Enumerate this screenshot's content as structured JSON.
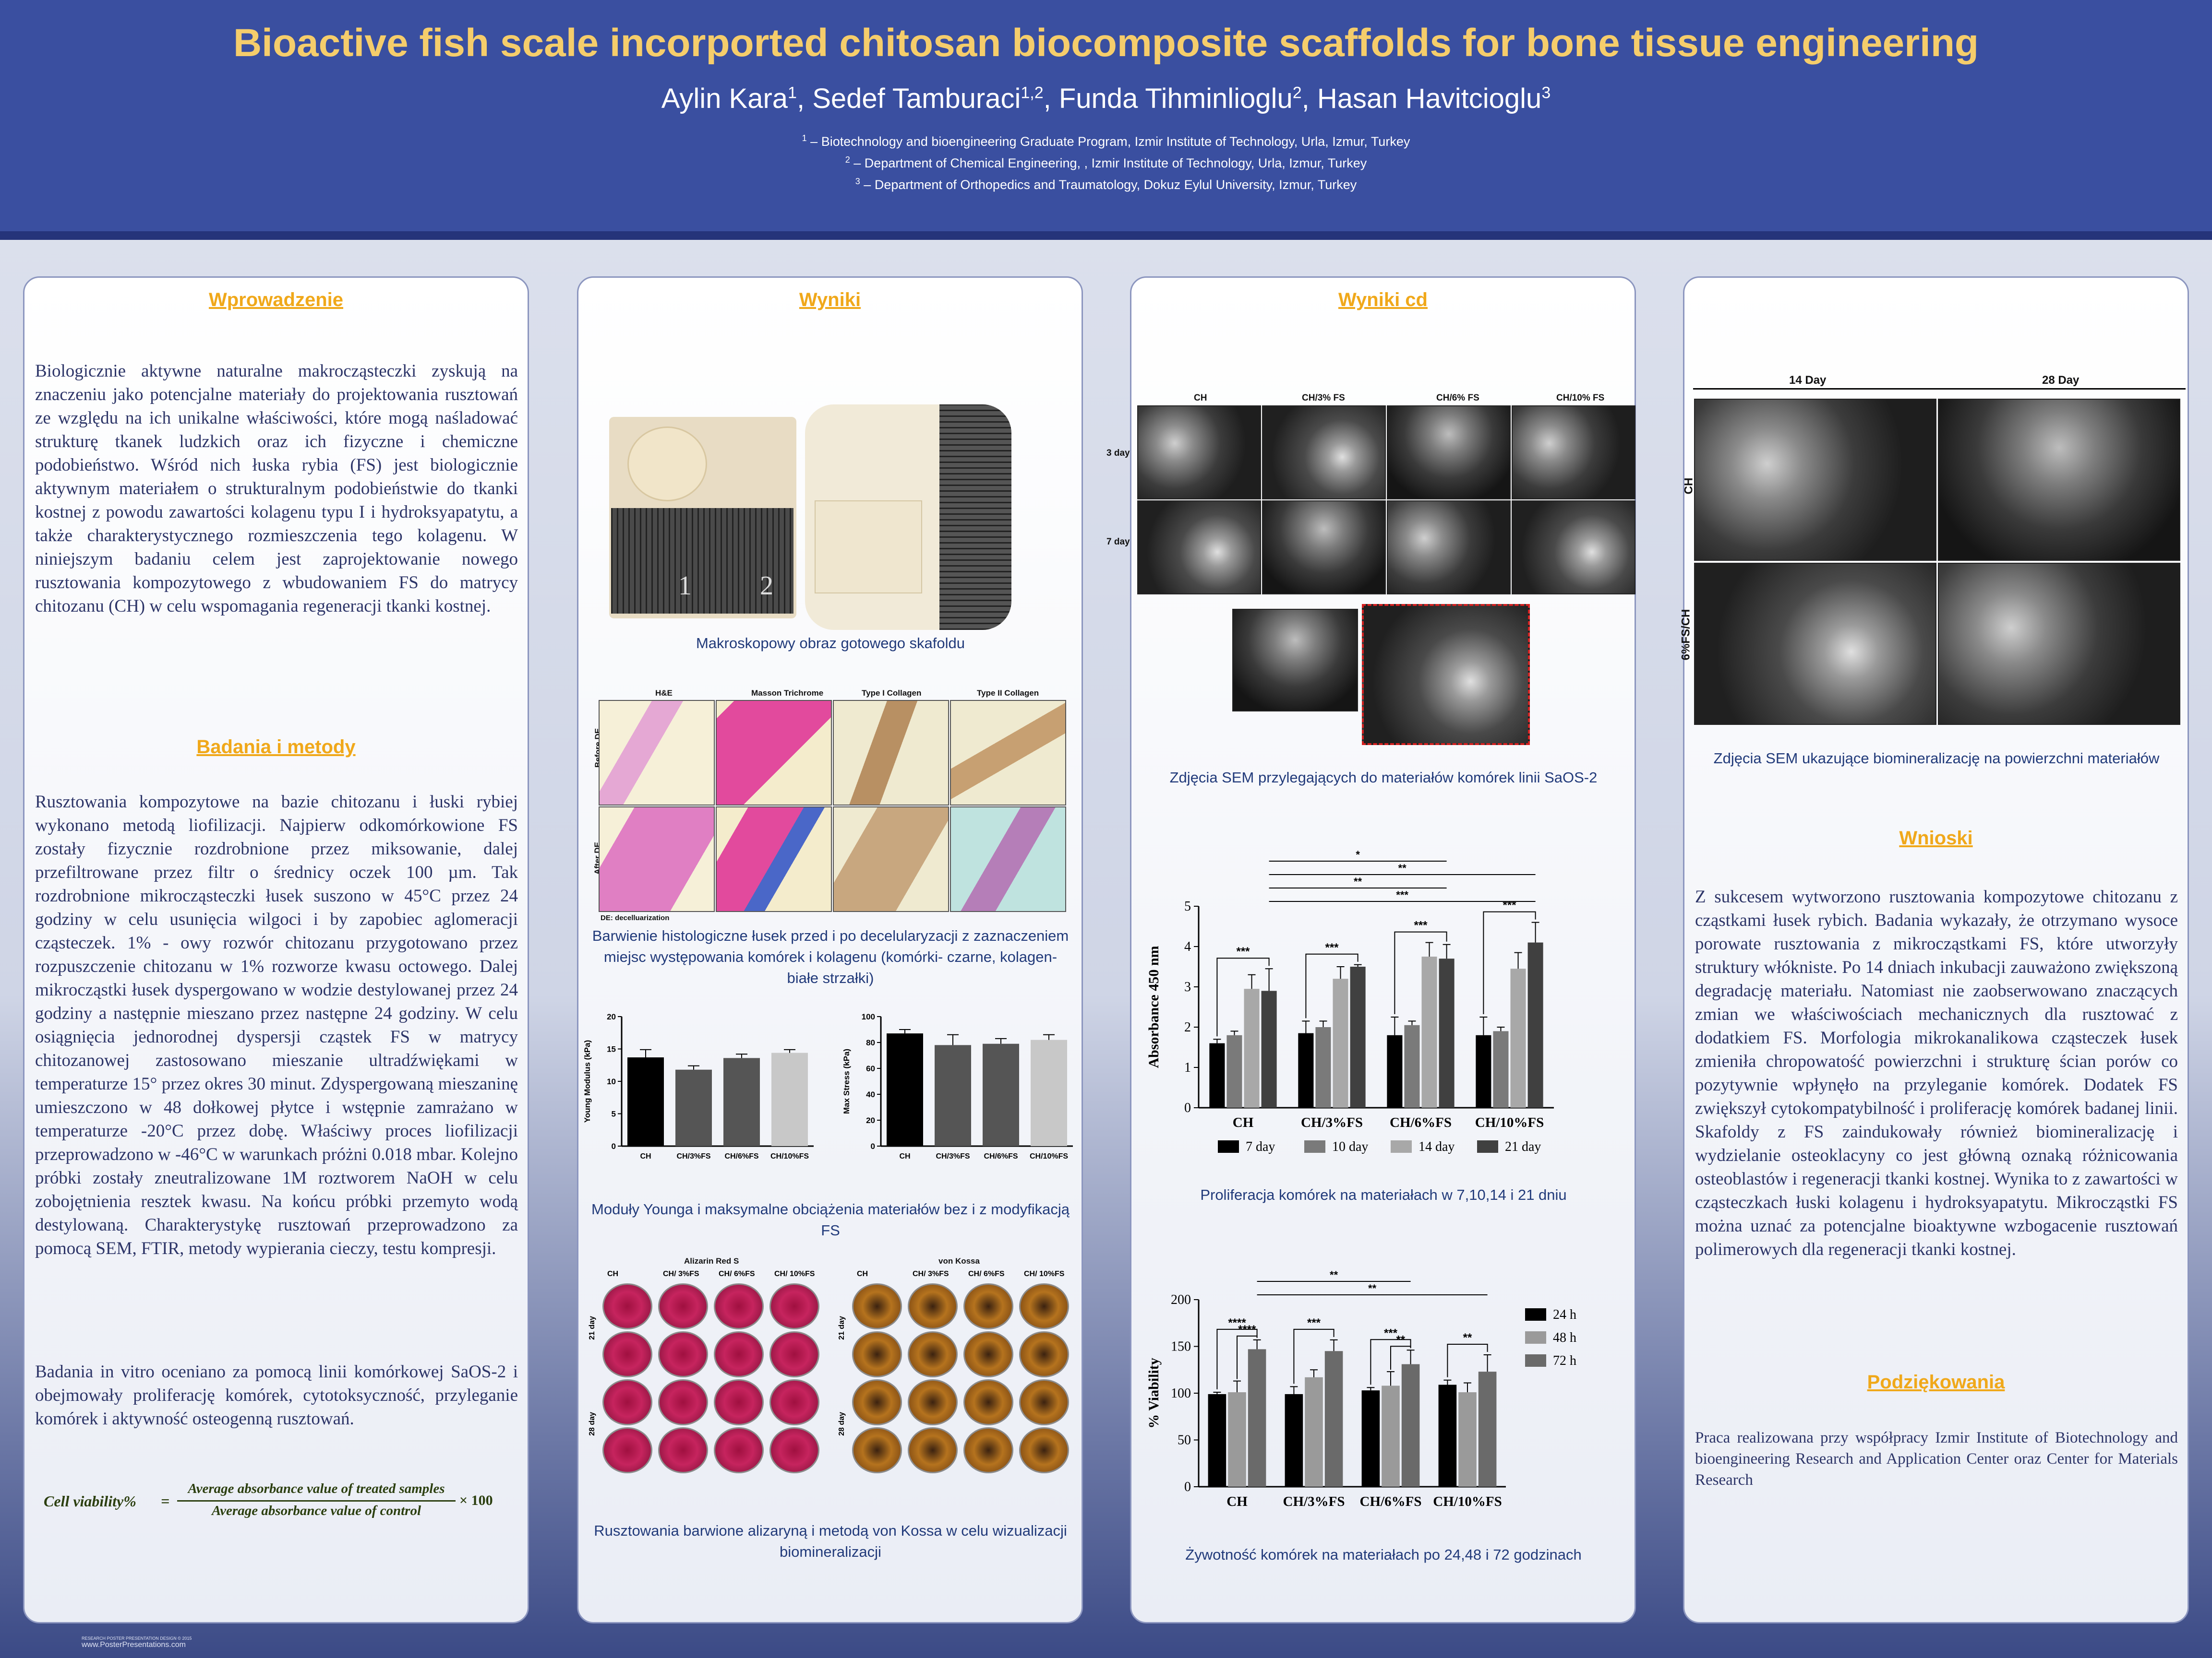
{
  "header": {
    "title": "Bioactive fish scale incorported chitosan biocomposite scaffolds for bone tissue engineering",
    "authors": [
      {
        "name": "Aylin Kara",
        "sup": "1"
      },
      {
        "name": "Sedef Tamburaci",
        "sup": "1,2"
      },
      {
        "name": "Funda Tihminlioglu",
        "sup": "2"
      },
      {
        "name": "Hasan Havitcioglu",
        "sup": "3"
      }
    ],
    "affiliations": [
      {
        "sup": "1",
        "text": "– Biotechnology and bioengineering Graduate Program, Izmir Institute of Technology, Urla, Izmur, Turkey"
      },
      {
        "sup": "2",
        "text": "– Department of Chemical Engineering, , Izmir Institute of Technology, Urla, Izmur, Turkey"
      },
      {
        "sup": "3",
        "text": "– Department of Orthopedics and Traumatology, Dokuz Eylul University, Izmur, Turkey"
      }
    ]
  },
  "col1": {
    "intro_title": "Wprowadzenie",
    "intro_text": "Biologicznie aktywne naturalne makrocząsteczki zyskują na znaczeniu jako potencjalne materiały do projektowania rusztowań ze względu na ich unikalne właściwości, które mogą naśladować strukturę tkanek ludzkich oraz ich fizyczne i chemiczne podobieństwo. Wśród nich łuska rybia (FS) jest biologicznie aktywnym materiałem o strukturalnym podobieństwie do tkanki kostnej z powodu zawartości kolagenu typu I i hydroksyapatytu, a także charakterystycznego rozmieszczenia tego kolagenu. W niniejszym badaniu celem jest zaprojektowanie nowego rusztowania kompozytowego z wbudowaniem FS do matrycy chitozanu (CH) w celu wspomagania regeneracji tkanki kostnej.",
    "methods_title": "Badania i metody",
    "methods_text1": "Rusztowania kompozytowe na bazie chitozanu i łuski rybiej wykonano metodą liofilizacji. Najpierw odkomórkowione FS zostały fizycznie rozdrobnione przez miksowanie, dalej przefiltrowane przez filtr o średnicy oczek 100 µm. Tak rozdrobnione mikrocząsteczki łusek suszono w 45°C przez 24 godziny w celu usunięcia wilgoci i by zapobiec aglomeracji cząsteczek. 1% - owy rozwór chitozanu przygotowano przez rozpuszczenie chitozanu w 1% rozworze kwasu octowego. Dalej mikrocząstki łusek dyspergowano w wodzie destylowanej przez 24 godziny a następnie mieszano przez następne 24 godziny. W celu osiągnięcia jednorodnej dyspersji cząstek FS w matrycy chitozanowej zastosowano mieszanie ultradźwiękami w temperaturze 15° przez okres 30 minut. Zdyspergowaną mieszaninę umieszczono w 48 dołkowej płytce i wstępnie zamrażano w temperaturze -20°C przez dobę. Właściwy proces liofilizacji przeprowadzono w -46°C w warunkach próżni 0.018 mbar. Kolejno próbki zostały zneutralizowane 1M roztworem NaOH w celu zobojętnienia resztek kwasu. Na końcu próbki przemyto wodą destylowaną. Charakterystykę rusztowań przeprowadzono za pomocą SEM, FTIR, metody wypierania cieczy, testu kompresji.",
    "methods_text2": "Badania in vitro oceniano za pomocą linii komórkowej SaOS-2 i obejmowały proliferację komórek, cytotoksyczność, przyleganie komórek i aktywność osteogenną rusztowań.",
    "formula": {
      "lhs": "Cell viability%",
      "num": "Average absorbance value of treated samples",
      "den": "Average absorbance value of control",
      "rhs": "× 100"
    },
    "footer_small": "RESEARCH POSTER PRESENTATION DESIGN © 2015",
    "footer_url": "www.PosterPresentations.com"
  },
  "col2": {
    "title": "Wyniki",
    "macro_caption": "Makroskopowy obraz gotowego skafoldu",
    "histo_labels": [
      "H&E",
      "Masson Trichrome",
      "Type I Collagen",
      "Type II Collagen"
    ],
    "histo_rows": [
      "Before DE",
      "After DE"
    ],
    "histo_note": "DE: decelluarization",
    "histo_caption": "Barwienie histologiczne łusek przed i po decelularyzacji z zaznaczeniem miejsc występowania komórek i kolagenu (komórki- czarne, kolagen- białe strzałki)",
    "mech_caption": "Moduły Younga  i maksymalne obciążenia materiałów bez i z modyfikacją FS",
    "stain_titles": [
      "Alizarin Red S",
      "von Kossa"
    ],
    "stain_cols": [
      "CH",
      "CH/ 3%FS",
      "CH/ 6%FS",
      "CH/ 10%FS"
    ],
    "stain_rows": [
      "21 day",
      "28 day"
    ],
    "stain_caption": "Rusztowania barwione alizaryną i  metodą von Kossa w celu wizualizacji biomineralizacji",
    "ruler_marks": [
      "1",
      "2"
    ]
  },
  "col3": {
    "title": "Wyniki cd",
    "sem_cols": [
      "CH",
      "CH/3% FS",
      "CH/6% FS",
      "CH/10% FS"
    ],
    "sem_rows": [
      "3 day",
      "7 day"
    ],
    "sem_caption": "Zdjęcia SEM przylegających do materiałów komórek linii SaOS-2",
    "prolif_caption": "Proliferacja komórek na materiałach w 7,10,14 i 21 dniu",
    "viab_caption": "Żywotność  komórek na materiałach po 24,48 i 72 godzinach"
  },
  "col4": {
    "sem_cols": [
      "14 Day",
      "28 Day"
    ],
    "sem_rows": [
      "CH",
      "6%FS/CH"
    ],
    "sem_caption": "Zdjęcia SEM ukazujące biomineralizację na powierzchni materiałów",
    "concl_title": "Wnioski",
    "concl_text": "Z sukcesem wytworzono rusztowania kompozytowe chitozanu z cząstkami łusek rybich. Badania wykazały, że otrzymano wysoce porowate rusztowania z mikrocząstkami FS, które utworzyły struktury włókniste. Po 14 dniach inkubacji zauważono zwiększoną degradację materiału. Natomiast nie zaobserwowano znaczących zmian we właściwościach mechanicznych dla rusztować z dodatkiem FS. Morfologia mikrokanalikowa cząsteczek łusek zmieniła chropowatość powierzchni i strukturę ścian porów co pozytywnie wpłynęło na przyleganie komórek. Dodatek FS zwiększył cytokompatybilność i proliferację komórek badanej linii. Skafoldy z FS zaindukowały również biomineralizację i wydzielanie osteoklacyny co jest główną oznaką różnicowania osteoblastów i regeneracji tkanki kostnej. Wynika to z zawartości w cząsteczkach łuski kolagenu i hydroksyapatytu. Mikrocząstki FS można uznać za potencjalne bioaktywne wzbogacenie rusztowań polimerowych dla regeneracji tkanki kostnej.",
    "ack_title": "Podziękowania",
    "ack_text": "Praca realizowana przy współpracy Izmir Institute of Biotechnology and bioengineering Research and Application Center oraz Center for Materials Research"
  },
  "colors": {
    "header_bg": "#3a4fa0",
    "title": "#f5cd6b",
    "section_title": "#f0a81a",
    "body_text": "#2d3568",
    "caption": "#213a7a"
  },
  "chart_data": [
    {
      "type": "bar",
      "categories": [
        "CH",
        "CH/3%FS",
        "CH/6%FS",
        "CH/10%FS"
      ],
      "values": [
        13.7,
        11.8,
        13.6,
        14.4
      ],
      "errors": [
        1.2,
        0.6,
        0.6,
        0.5
      ],
      "colors": [
        "#000000",
        "#555555",
        "#555555",
        "#c8c8c8"
      ],
      "ylabel": "Young Modulus (kPa)",
      "ylim": [
        0,
        20
      ],
      "yticks": [
        0,
        5,
        10,
        15,
        20
      ]
    },
    {
      "type": "bar",
      "categories": [
        "CH",
        "CH/3%FS",
        "CH/6%FS",
        "CH/10%FS"
      ],
      "values": [
        87,
        78,
        79,
        82
      ],
      "errors": [
        3,
        8,
        4,
        4
      ],
      "colors": [
        "#000000",
        "#555555",
        "#555555",
        "#c8c8c8"
      ],
      "ylabel": "Max Stress (kPa)",
      "ylim": [
        0,
        100
      ],
      "yticks": [
        0,
        20,
        40,
        60,
        80,
        100
      ]
    },
    {
      "type": "bar",
      "categories": [
        "CH",
        "CH/3%FS",
        "CH/6%FS",
        "CH/10%FS"
      ],
      "series": [
        {
          "name": "7 day",
          "values": [
            1.6,
            1.85,
            1.8,
            1.8
          ],
          "errors": [
            0.1,
            0.3,
            0.45,
            0.45
          ],
          "color": "#000000"
        },
        {
          "name": "10 day",
          "values": [
            1.8,
            2.0,
            2.05,
            1.9
          ],
          "errors": [
            0.1,
            0.15,
            0.1,
            0.1
          ],
          "color": "#7a7a7a"
        },
        {
          "name": "14 day",
          "values": [
            2.95,
            3.2,
            3.75,
            3.45
          ],
          "errors": [
            0.35,
            0.3,
            0.35,
            0.4
          ],
          "color": "#a8a8a8"
        },
        {
          "name": "21 day",
          "values": [
            2.9,
            3.5,
            3.7,
            4.1
          ],
          "errors": [
            0.55,
            0.05,
            0.35,
            0.5
          ],
          "color": "#404040"
        }
      ],
      "ylabel": "Absorbance 450 nm",
      "ylim": [
        0,
        5
      ],
      "yticks": [
        0,
        1,
        2,
        3,
        4,
        5
      ],
      "legend": "bottom",
      "sig": {
        "within": [
          "***",
          "***",
          "***",
          "***"
        ],
        "across": [
          "***",
          "**",
          "**",
          "*"
        ]
      }
    },
    {
      "type": "bar",
      "categories": [
        "CH",
        "CH/3%FS",
        "CH/6%FS",
        "CH/10%FS"
      ],
      "series": [
        {
          "name": "24 h",
          "values": [
            99,
            99,
            103,
            109
          ],
          "errors": [
            2,
            8,
            3,
            5
          ],
          "color": "#000000"
        },
        {
          "name": "48 h",
          "values": [
            101,
            117,
            108,
            101
          ],
          "errors": [
            12,
            8,
            15,
            10
          ],
          "color": "#9a9a9a"
        },
        {
          "name": "72 h",
          "values": [
            147,
            145,
            131,
            123
          ],
          "errors": [
            10,
            12,
            15,
            18
          ],
          "color": "#6a6a6a"
        }
      ],
      "ylabel": "% Viability",
      "ylim": [
        0,
        200
      ],
      "yticks": [
        0,
        50,
        100,
        150,
        200
      ],
      "legend": "right",
      "sig": {
        "within": [
          "****",
          "***",
          "***",
          "**"
        ],
        "within2": [
          "****",
          "",
          "**",
          ""
        ],
        "across": [
          "**",
          "**"
        ]
      }
    }
  ]
}
